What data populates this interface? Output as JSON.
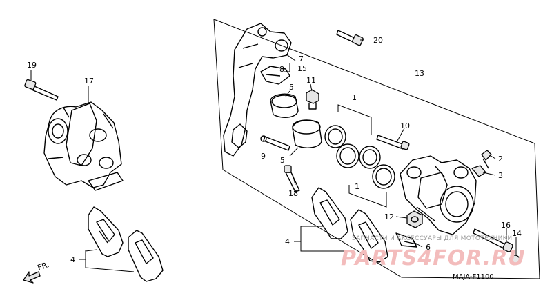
{
  "diagram": {
    "callouts": {
      "c1a": "1",
      "c1b": "1",
      "c2": "2",
      "c3": "3",
      "c4a": "4",
      "c4b": "4",
      "c5a": "5",
      "c5b": "5",
      "c6": "6",
      "c7": "7",
      "c8": "8",
      "c9": "9",
      "c10": "10",
      "c11": "11",
      "c12": "12",
      "c13": "13",
      "c14": "14",
      "c15": "15",
      "c16": "16",
      "c17": "17",
      "c18": "18",
      "c19": "19",
      "c20": "20"
    },
    "direction": "FR.",
    "code": "MAJA-F1100"
  },
  "watermark": {
    "line": "ЗАПЧАСТИ И АКСЕССУАРЫ ДЛЯ МОТОТЕХНИКИ",
    "brand": "PARTS4FOR.RU"
  }
}
